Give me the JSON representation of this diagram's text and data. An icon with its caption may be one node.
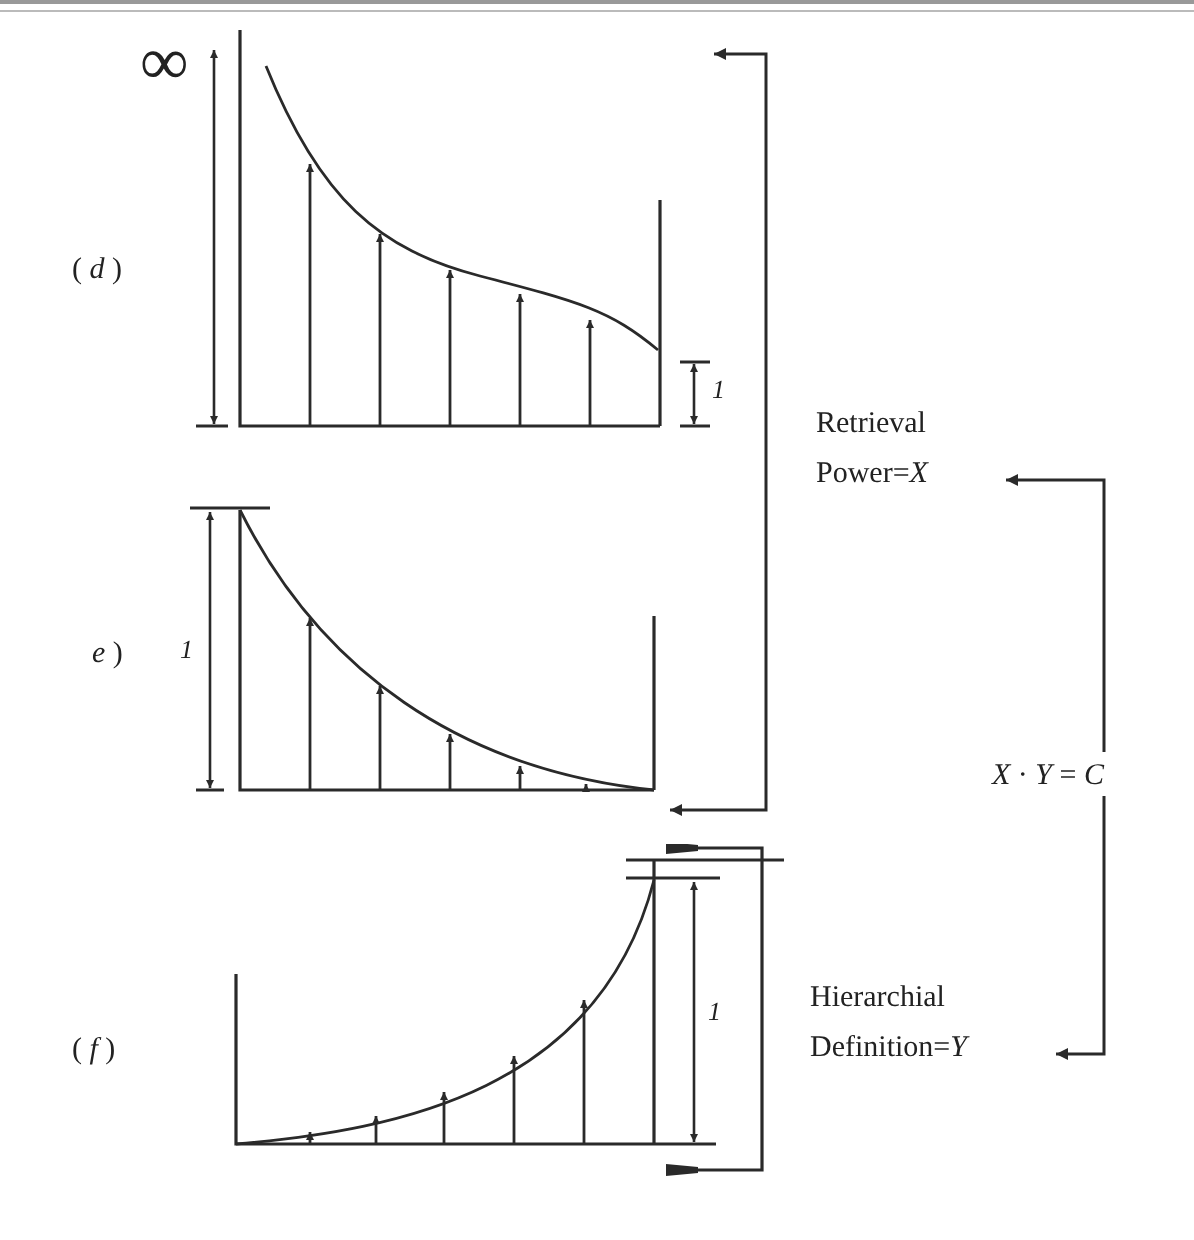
{
  "diagram": {
    "nodes": [
      {
        "text": [],
        "shape": "picture"
      },
      {
        "text": [],
        "shape": "picture"
      },
      {
        "text": [],
        "shape": "picture"
      },
      {
        "text": [
          "Retrieval Power=*X*"
        ]
      },
      {
        "text": [
          "*X* · *Y* = *C*"
        ]
      },
      {
        "text": [
          "Hierarchial Definition=*Y*"
        ]
      }
    ],
    "edges": [
      {
        "from": 0,
        "to": 1,
        "arrow": "both"
      },
      {
        "from": 4,
        "to": 3,
        "arrow": "to"
      },
      {
        "from": 4,
        "to": 5,
        "arrow": "to"
      }
    ],
    "labels": [
      "∞",
      "( *d* )",
      "1",
      "*e* )",
      "1",
      "( *f* )",
      "1"
    ]
  }
}
